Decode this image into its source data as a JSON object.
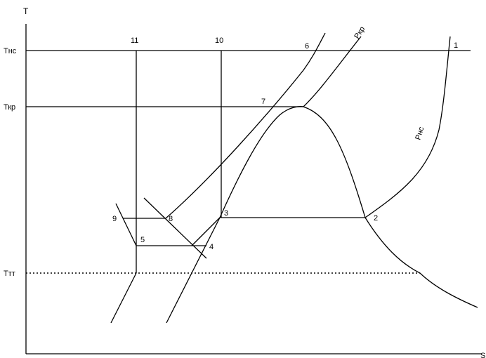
{
  "axes": {
    "y_label": "T",
    "x_label": "S"
  },
  "levels": {
    "t_nc": "Тнс",
    "t_kr": "Ткр",
    "t_tt": "Ттт"
  },
  "curves": {
    "p_kr": "Ркр",
    "p_nc": "Рнс"
  },
  "points": {
    "p1": "1",
    "p2": "2",
    "p3": "3",
    "p4": "4",
    "p5": "5",
    "p6": "6",
    "p7": "7",
    "p8": "8",
    "p9": "9",
    "p10": "10",
    "p11": "11"
  }
}
